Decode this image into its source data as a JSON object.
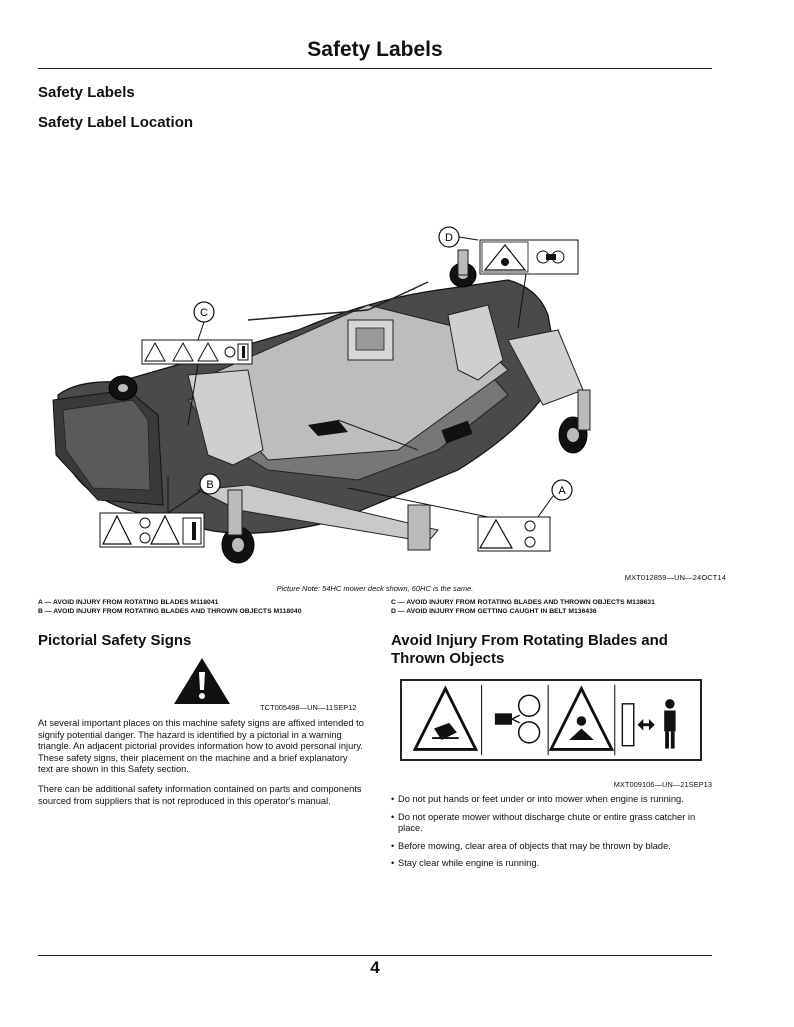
{
  "header": {
    "title": "Safety Labels"
  },
  "section": {
    "heading": "Safety Labels",
    "subheading": "Safety Label Location"
  },
  "figure": {
    "id": "MXT012859—UN—24OCT14",
    "note": "Picture Note: 54HC mower deck shown, 60HC is the same.",
    "callouts": [
      "A",
      "B",
      "C",
      "D"
    ],
    "legend_left": [
      "A — AVOID INJURY FROM ROTATING BLADES M118041",
      "B — AVOID INJURY FROM ROTATING BLADES AND THROWN OBJECTS M118040"
    ],
    "legend_right": [
      "C — AVOID INJURY FROM ROTATING BLADES AND THROWN OBJECTS M138631",
      "D — AVOID INJURY FROM GETTING CAUGHT IN BELT M136436"
    ]
  },
  "pictorial": {
    "heading": "Pictorial Safety Signs",
    "image_id": "TCT005498—UN—11SEP12",
    "paragraphs": [
      "At several important places on this machine safety signs are affixed intended to signify potential danger. The hazard is identified by a pictorial in a warning triangle. An adjacent pictorial provides information how to avoid personal injury. These safety signs, their placement on the machine and a brief explanatory text are shown in this Safety section.",
      "There can be additional safety information contained on parts and components sourced from suppliers that is not reproduced in this operator's manual."
    ]
  },
  "rotating": {
    "heading": "Avoid Injury From Rotating Blades and Thrown Objects",
    "image_id": "MXT009106—UN—21SEP13",
    "bullets": [
      "Do not put hands or feet under or into mower when engine is running.",
      "Do not operate mower without discharge chute or entire grass catcher in place.",
      "Before mowing, clear area of objects that may be thrown by blade.",
      "Stay clear while engine is running."
    ]
  },
  "footer": {
    "page_number": "4"
  },
  "icons": [
    "warning-triangle-icon",
    "hand-hazard-icon",
    "rotating-blade-icon",
    "thrown-object-icon",
    "keep-away-icon"
  ]
}
